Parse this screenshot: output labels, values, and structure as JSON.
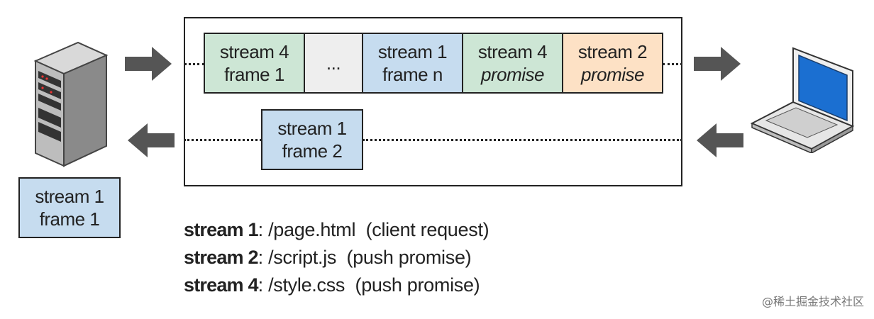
{
  "outgoing_frames": [
    {
      "line1": "stream 4",
      "line2": "frame 1",
      "italic2": false,
      "color": "#cde6d5"
    },
    {
      "line1": "...",
      "line2": "",
      "italic2": false,
      "color": "#eeeeee"
    },
    {
      "line1": "stream 1",
      "line2": "frame n",
      "italic2": false,
      "color": "#c6dcef"
    },
    {
      "line1": "stream 4",
      "line2": "promise",
      "italic2": true,
      "color": "#cde6d5"
    },
    {
      "line1": "stream 2",
      "line2": "promise",
      "italic2": true,
      "color": "#fde1c5"
    }
  ],
  "incoming_frame": {
    "line1": "stream 1",
    "line2": "frame 2",
    "color": "#c6dcef"
  },
  "server_frame": {
    "line1": "stream 1",
    "line2": "frame 1",
    "color": "#c6dcef"
  },
  "legend": [
    {
      "label": "stream 1",
      "path": "/page.html",
      "note": "(client request)"
    },
    {
      "label": "stream 2",
      "path": "/script.js",
      "note": "(push promise)"
    },
    {
      "label": "stream 4",
      "path": "/style.css",
      "note": "(push promise)"
    }
  ],
  "icons": {
    "server": "server-tower-icon",
    "client": "laptop-icon",
    "arrow": "arrow-icon"
  },
  "watermark": "@稀土掘金技术社区"
}
